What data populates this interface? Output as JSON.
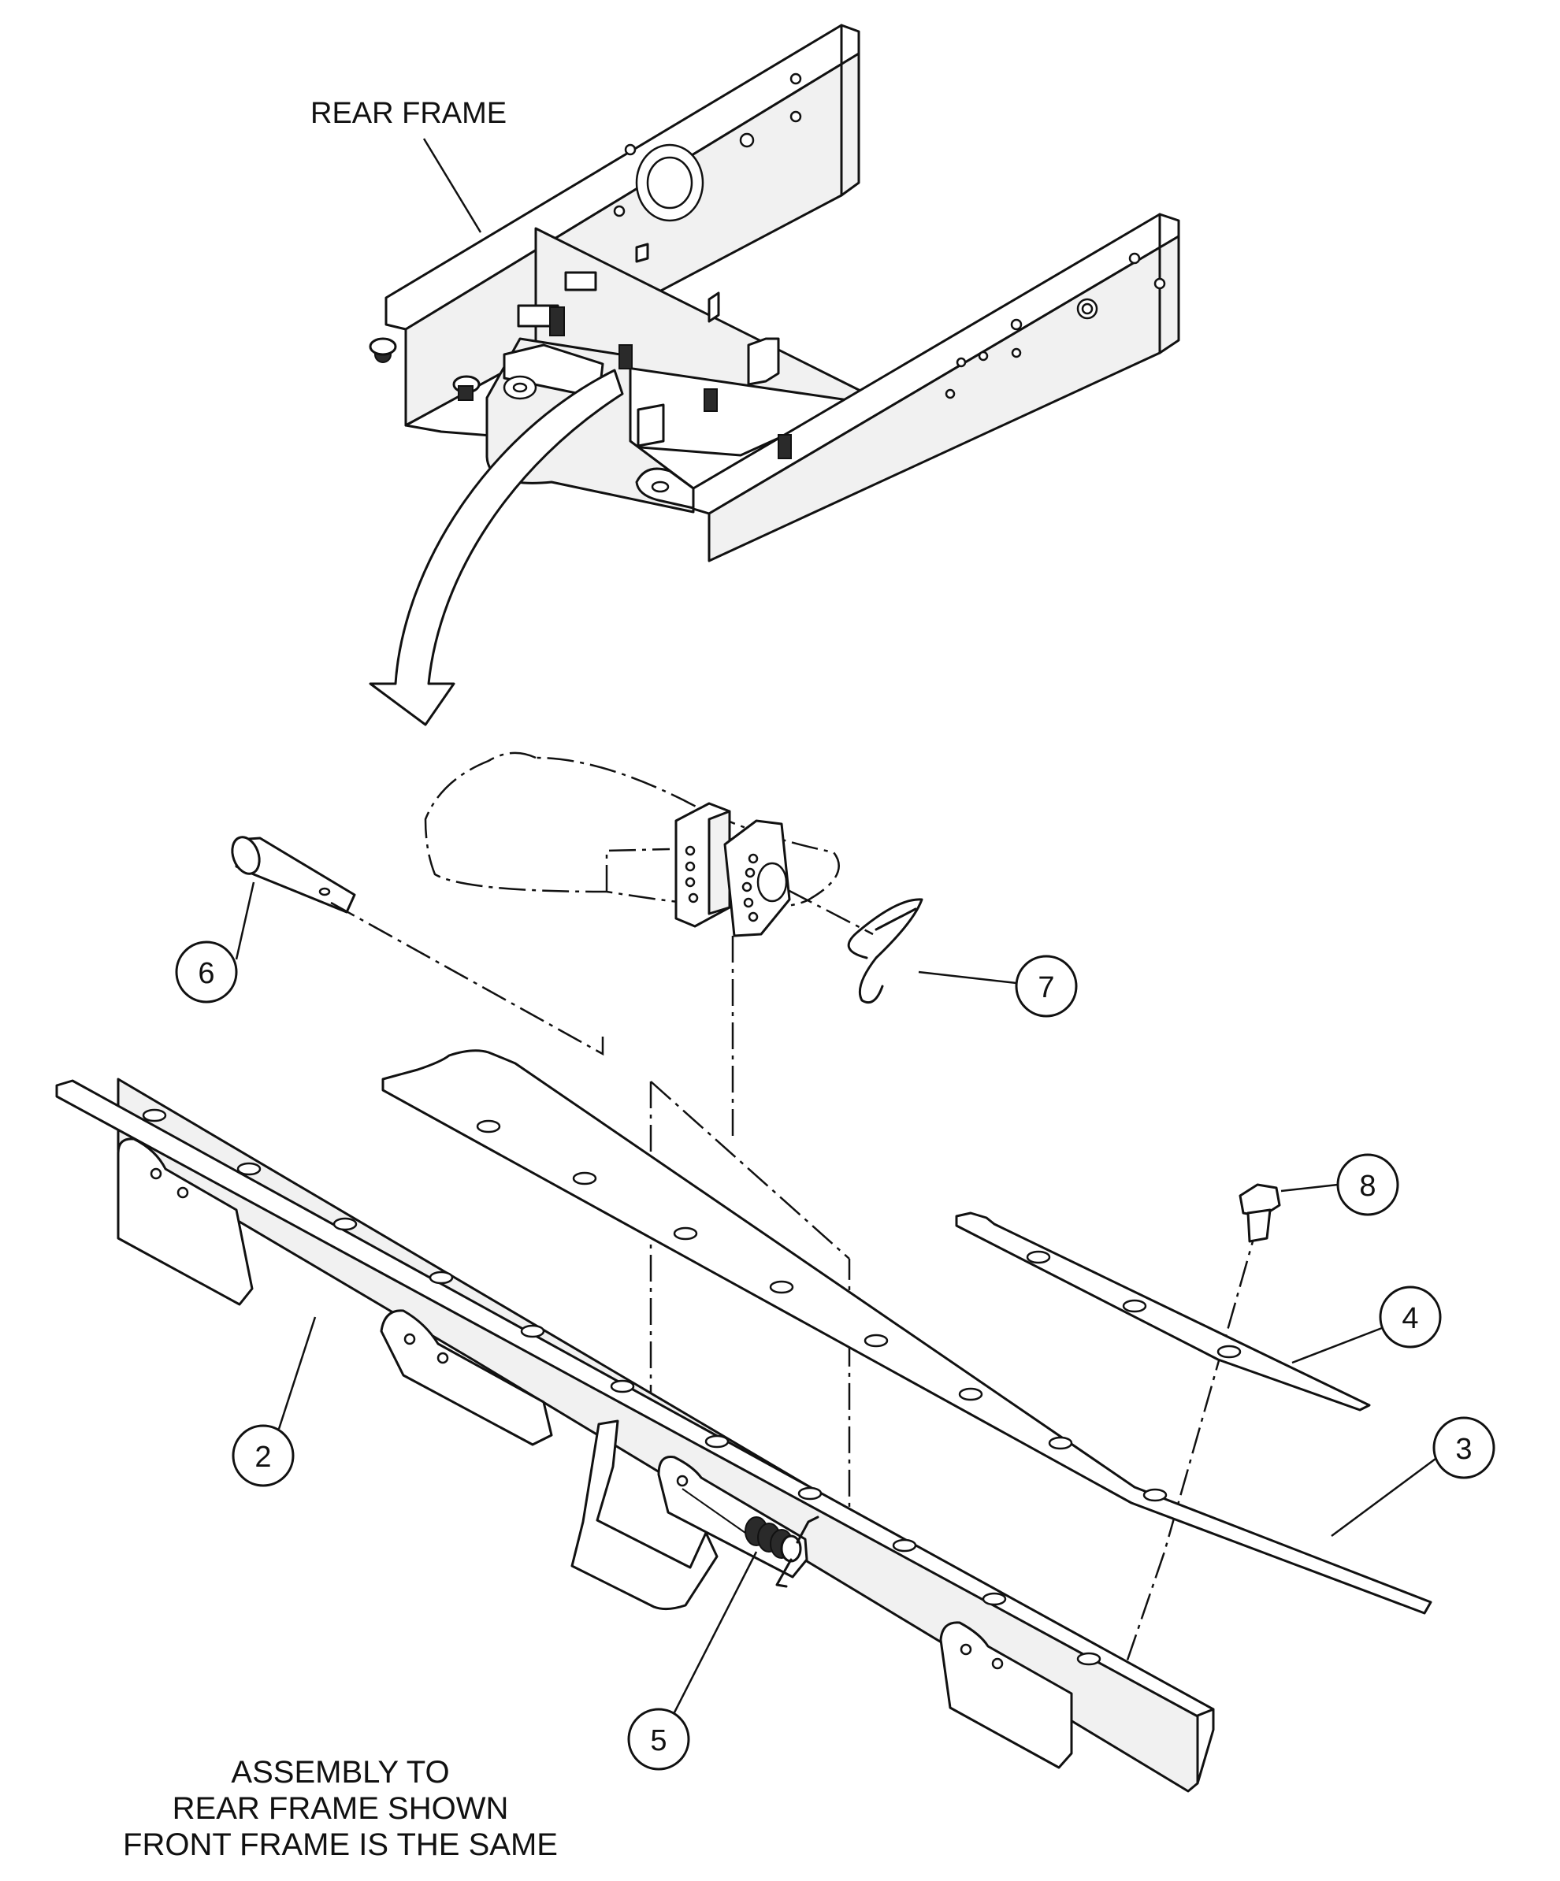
{
  "labels": {
    "rear_frame": "REAR FRAME",
    "caption_line1": "ASSEMBLY TO",
    "caption_line2": "REAR FRAME SHOWN",
    "caption_line3": "FRONT FRAME IS THE SAME"
  },
  "callouts": {
    "c2": "2",
    "c3": "3",
    "c4": "4",
    "c5": "5",
    "c6": "6",
    "c7": "7",
    "c8": "8"
  }
}
